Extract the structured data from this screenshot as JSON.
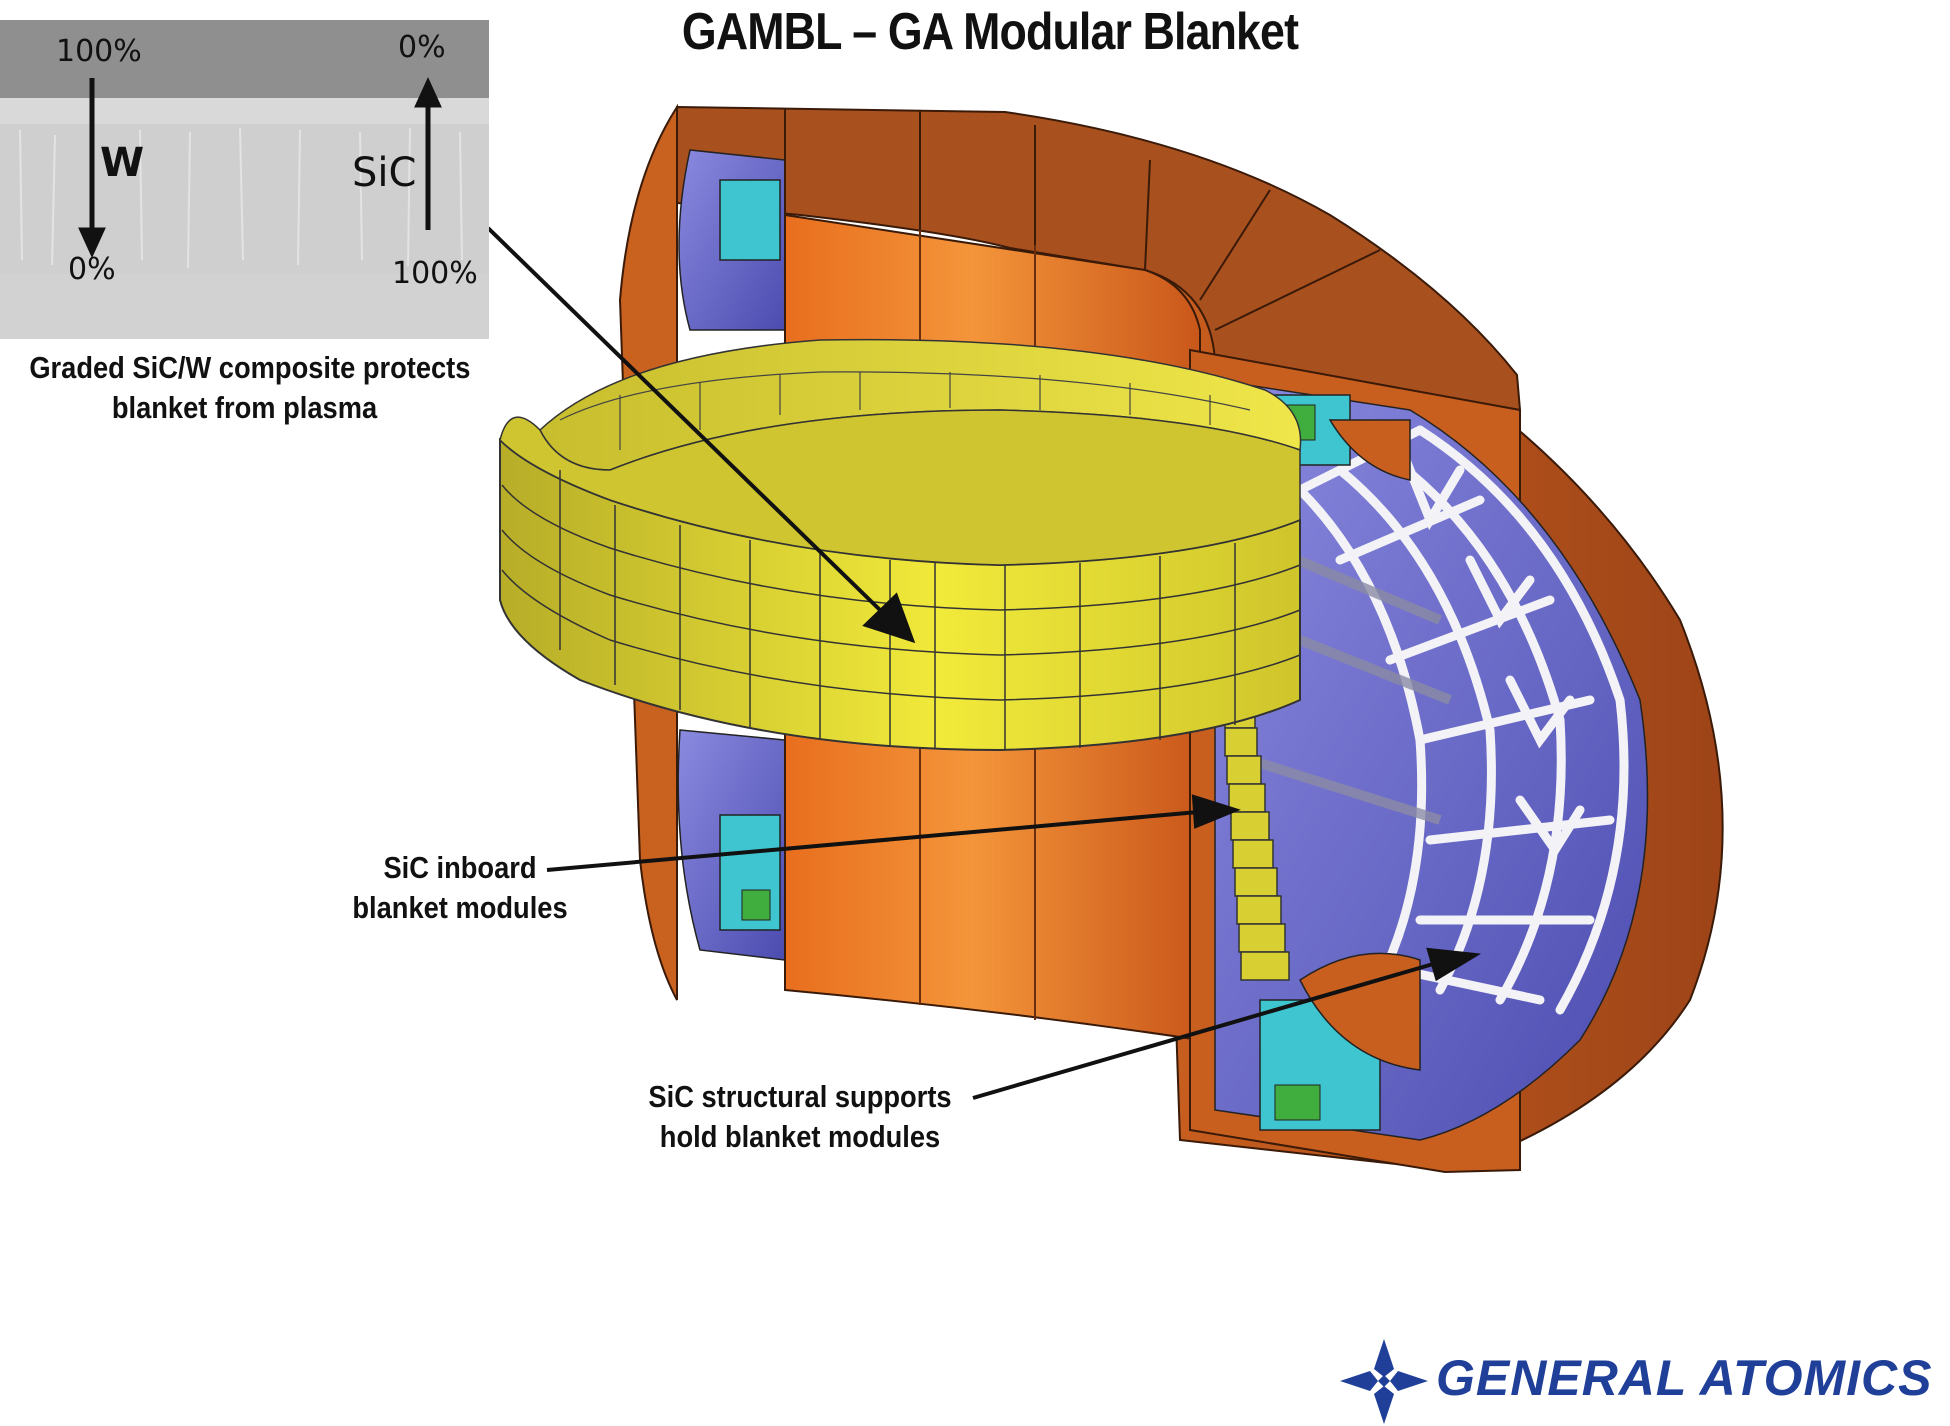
{
  "title": "GAMBL – GA Modular Blanket",
  "inset": {
    "top_left": "100%",
    "top_right": "0%",
    "bottom_left": "0%",
    "bottom_right": "100%",
    "left_label": "W",
    "right_label": "SiC"
  },
  "callouts": {
    "graded": [
      "Graded SiC/W composite protects",
      "blanket from plasma"
    ],
    "inboard": [
      "SiC inboard",
      "blanket modules"
    ],
    "structural": [
      "SiC structural supports",
      "hold blanket modules"
    ]
  },
  "logo": {
    "text": "GENERAL ATOMICS"
  },
  "colors": {
    "copper": "#d4651f",
    "copper_light": "#f0892f",
    "copper_dark": "#9b4a1e",
    "yellow_blanket": "#e6dd2e",
    "purple_vessel": "#6a6ac8",
    "cyan_channel": "#3fc5cf",
    "green_insert": "#3fae3f",
    "logo_blue": "#1f3f99"
  }
}
